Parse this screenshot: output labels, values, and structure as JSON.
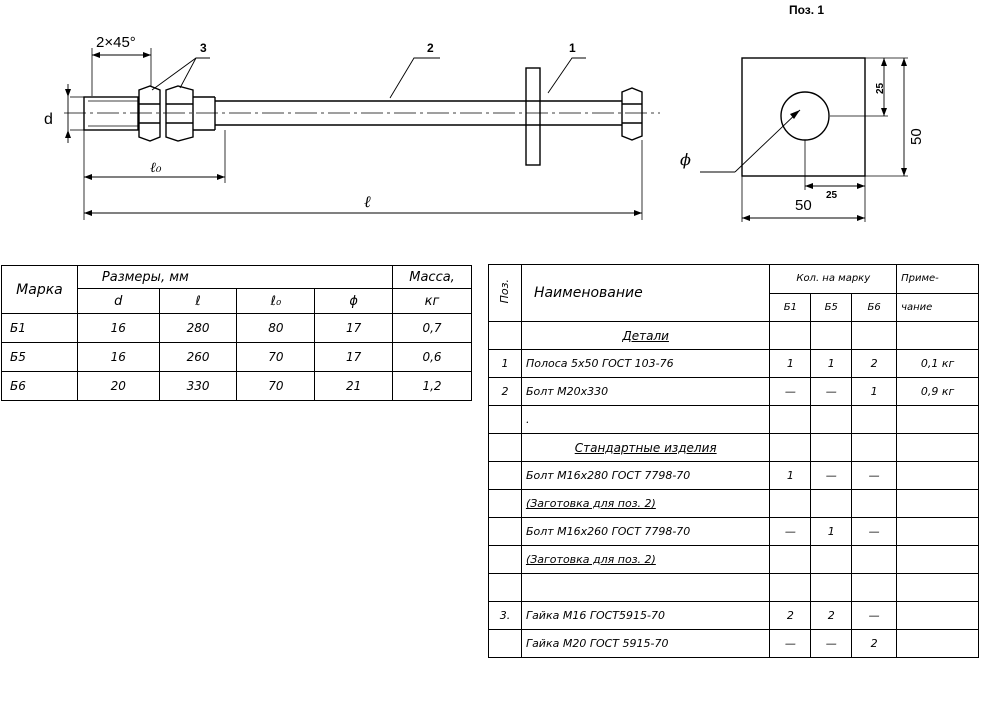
{
  "drawing": {
    "pos_title": "Поз. 1",
    "chamfer": "2×45°",
    "callouts": [
      "1",
      "2",
      "3"
    ],
    "dim_d": "d",
    "dim_l0": "ℓ₀",
    "dim_l": "ℓ",
    "dim_phi": "ϕ",
    "plate_dims": {
      "w": "50",
      "h": "50",
      "half_w": "25",
      "half_h": "25"
    }
  },
  "dims_table": {
    "col_mark": "Марка",
    "col_sizes": "Размеры, мм",
    "col_mass": "Масса,",
    "col_mass_unit": "кг",
    "sub": [
      "d",
      "ℓ",
      "ℓ₀",
      "ϕ"
    ],
    "rows": [
      [
        "Б1",
        "16",
        "280",
        "80",
        "17",
        "0,7"
      ],
      [
        "Б5",
        "16",
        "260",
        "70",
        "17",
        "0,6"
      ],
      [
        "Б6",
        "20",
        "330",
        "70",
        "21",
        "1,2"
      ]
    ]
  },
  "spec_table": {
    "col_pos": "Поз.",
    "col_name": "Наименование",
    "col_qty": "Кол. на марку",
    "col_note": "Приме-",
    "col_note2": "чание",
    "qty_sub": [
      "Б1",
      "Б5",
      "Б6"
    ],
    "rows": [
      {
        "pos": "",
        "name": "Детали",
        "q": [
          "",
          "",
          ""
        ],
        "note": "",
        "kind": "section"
      },
      {
        "pos": "1",
        "name": "Полоса 5x50 ГОСТ 103-76",
        "q": [
          "1",
          "1",
          "2"
        ],
        "note": "0,1 кг",
        "kind": "item"
      },
      {
        "pos": "2",
        "name": "Болт М20x330",
        "q": [
          "—",
          "—",
          "1"
        ],
        "note": "0,9 кг",
        "kind": "item"
      },
      {
        "pos": "",
        "name": ".",
        "q": [
          "",
          "",
          ""
        ],
        "note": "",
        "kind": "item"
      },
      {
        "pos": "",
        "name": "Стандартные изделия",
        "q": [
          "",
          "",
          ""
        ],
        "note": "",
        "kind": "section"
      },
      {
        "pos": "",
        "name": "Болт М16x280 ГОСТ 7798-70",
        "q": [
          "1",
          "—",
          "—"
        ],
        "note": "",
        "kind": "item"
      },
      {
        "pos": "",
        "name": "(Заготовка для поз. 2)",
        "q": [
          "",
          "",
          ""
        ],
        "note": "",
        "kind": "underline"
      },
      {
        "pos": "",
        "name": "Болт М16x260 ГОСТ 7798-70",
        "q": [
          "—",
          "1",
          "—"
        ],
        "note": "",
        "kind": "item"
      },
      {
        "pos": "",
        "name": "(Заготовка для поз. 2)",
        "q": [
          "",
          "",
          ""
        ],
        "note": "",
        "kind": "underline"
      },
      {
        "pos": "",
        "name": "",
        "q": [
          "",
          "",
          ""
        ],
        "note": "",
        "kind": "item"
      },
      {
        "pos": "3.",
        "name": "Гайка М16 ГОСТ5915-70",
        "q": [
          "2",
          "2",
          "—"
        ],
        "note": "",
        "kind": "item"
      },
      {
        "pos": "",
        "name": "Гайка М20 ГОСТ 5915-70",
        "q": [
          "—",
          "—",
          "2"
        ],
        "note": "",
        "kind": "item"
      }
    ]
  }
}
